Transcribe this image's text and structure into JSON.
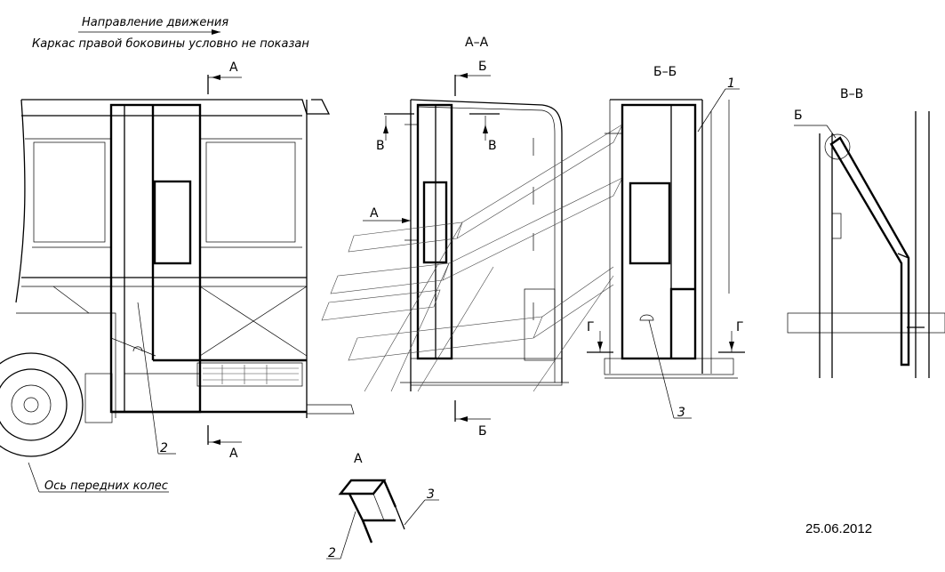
{
  "notes": {
    "direction": "Направление движения",
    "frame_note": "Каркас правой боковины условно не показан",
    "front_axle": "Ось передних колес"
  },
  "views": {
    "section_aa": "А–А",
    "section_bb": "Б–Б",
    "section_vv": "В–В",
    "view_a": "А"
  },
  "markers": {
    "a": "А",
    "b": "Б",
    "v": "В",
    "g": "Г"
  },
  "callouts": {
    "p1": "1",
    "p2": "2",
    "p3": "3"
  },
  "detail_ref": "Б",
  "date": "25.06.2012"
}
